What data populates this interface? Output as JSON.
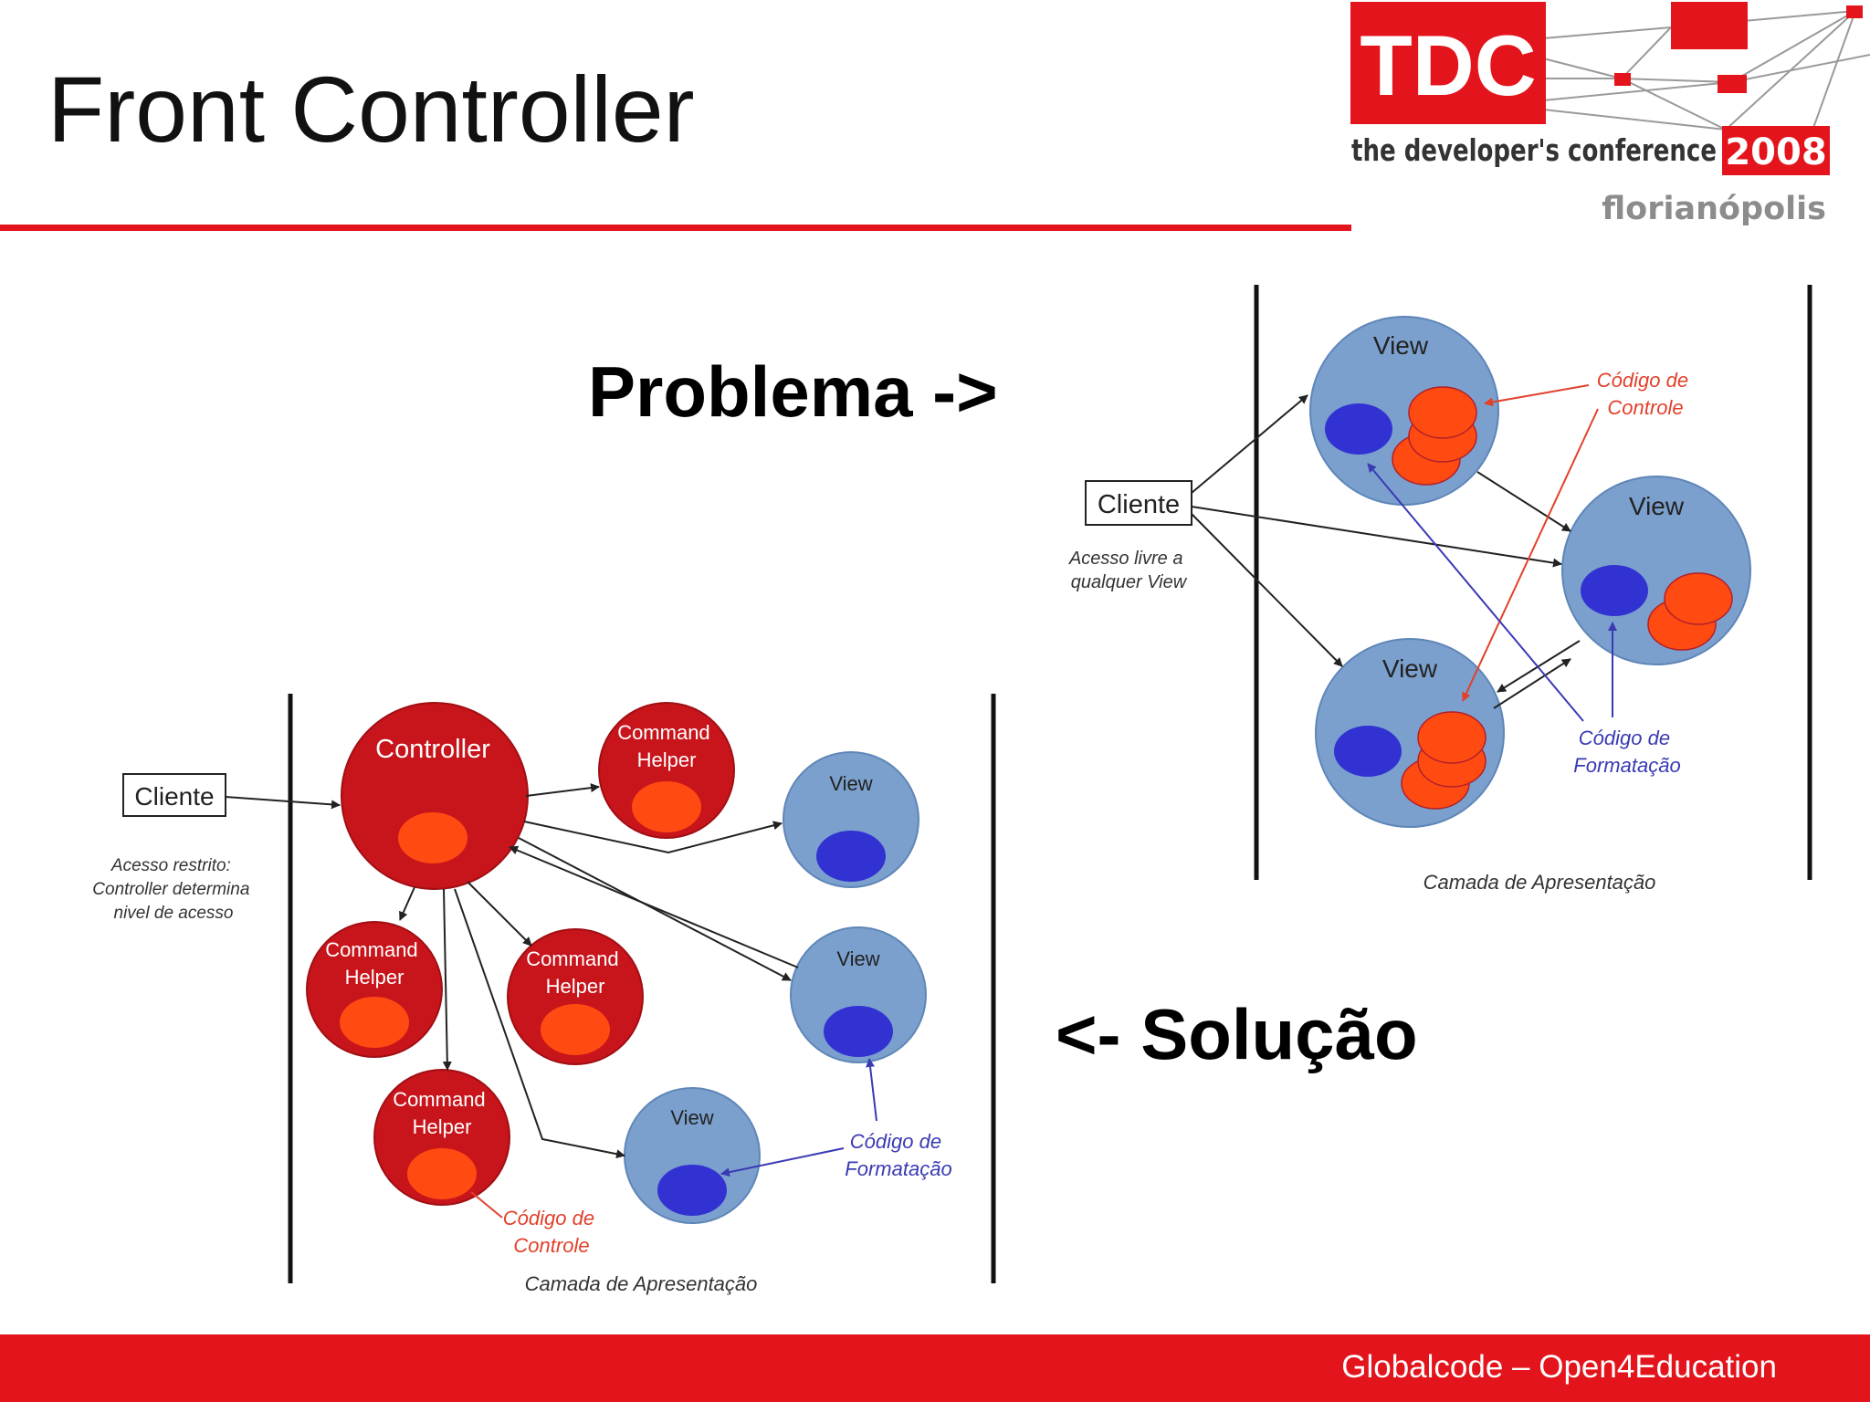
{
  "slide": {
    "title": "Front Controller",
    "problem_label": "Problema ->",
    "solution_label": "<- Solução",
    "footer": "Globalcode – Open4Education"
  },
  "logo": {
    "acronym": "TDC",
    "tagline": "the developer's conference",
    "year": "2008",
    "city": "florianópolis"
  },
  "problem_diagram": {
    "client": "Cliente",
    "client_note": [
      "Acesso livre a",
      "qualquer View"
    ],
    "view_label": "View",
    "control_code_note": [
      "Código de",
      "Controle"
    ],
    "format_code_note": [
      "Código de",
      "Formatação"
    ],
    "layer_label": "Camada de Apresentação"
  },
  "solution_diagram": {
    "client": "Cliente",
    "client_note": [
      "Acesso restrito:",
      "Controller determina",
      "nivel de acesso"
    ],
    "controller": "Controller",
    "helper_label": [
      "Command",
      "Helper"
    ],
    "view_label": "View",
    "control_code_note": [
      "Código de",
      "Controle"
    ],
    "format_code_note": [
      "Código de",
      "Formatação"
    ],
    "layer_label": "Camada de Apresentação"
  },
  "colors": {
    "brand_red": "#e3141b",
    "controller_red": "#c8141b",
    "inner_orange": "#ff4a12",
    "view_blue": "#7ba0cd",
    "inner_blue": "#3232d2",
    "note_red": "#e2402a",
    "note_blue": "#3a3ab4"
  }
}
